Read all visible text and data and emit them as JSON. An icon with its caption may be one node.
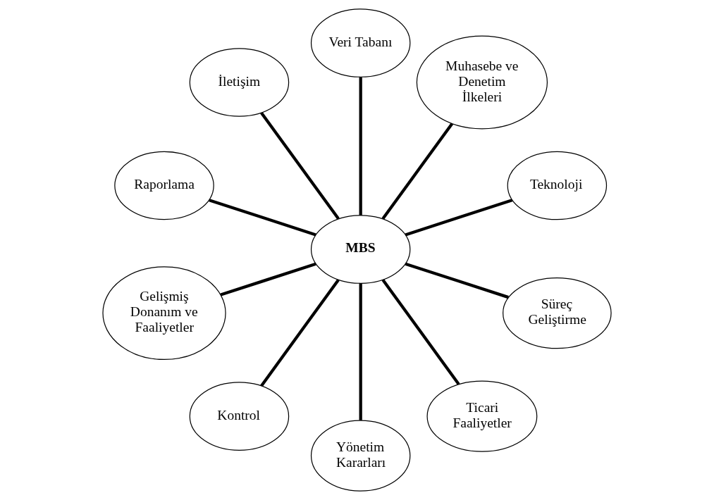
{
  "diagram": {
    "nodes": [
      {
        "text": [
          "Teknoloji"
        ]
      },
      {
        "text": [
          "Muhasebe ve Denetim İlkeleri"
        ]
      },
      {
        "text": [
          "Veri Tabanı"
        ]
      },
      {
        "text": [
          "İletişim"
        ]
      },
      {
        "text": [
          "Raporlama"
        ]
      },
      {
        "text": [
          "MBS"
        ]
      },
      {
        "text": [
          "Gelişmiş Donanım ve Faaliyetler"
        ]
      },
      {
        "text": [
          "Kontrol"
        ]
      },
      {
        "text": [
          "Yönetim Kararları"
        ]
      },
      {
        "text": [
          "Ticari Faaliyetler"
        ]
      },
      {
        "text": [
          "Süreç Geliştirme"
        ]
      }
    ],
    "edges": [
      {
        "from": 5,
        "to": 0,
        "arrow": "none"
      },
      {
        "from": 5,
        "to": 2,
        "arrow": "none"
      },
      {
        "from": 5,
        "to": 4,
        "arrow": "none"
      },
      {
        "from": 5,
        "to": 7,
        "arrow": "none"
      },
      {
        "from": 5,
        "to": 9,
        "arrow": "none"
      },
      {
        "from": 5,
        "to": 10,
        "arrow": "none"
      },
      {
        "from": 5,
        "to": 8,
        "arrow": "none"
      },
      {
        "from": 5,
        "to": 6,
        "arrow": "none"
      },
      {
        "from": 5,
        "to": 3,
        "arrow": "none"
      },
      {
        "from": 5,
        "to": 1,
        "arrow": "none"
      }
    ]
  }
}
